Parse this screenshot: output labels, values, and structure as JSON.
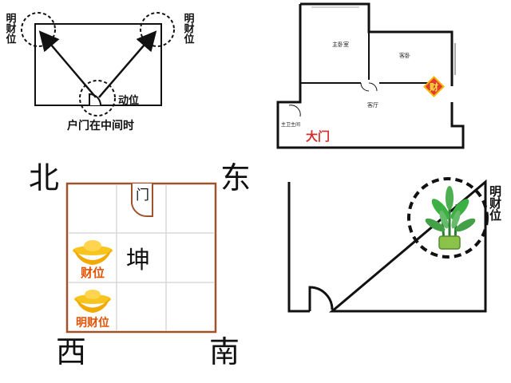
{
  "panel_tl": {
    "label_left": "明财位",
    "label_right": "明财位",
    "label_motion": "动位",
    "caption": "户门在中间时"
  },
  "panel_tr": {
    "room_master": "主卧室",
    "room_guest": "客卧",
    "room_living": "客厅",
    "room_bath": "主卫主间",
    "door_label": "大门",
    "wealth_badge": "财",
    "accent_color": "#d32f2f"
  },
  "panel_bl": {
    "dir_north": "北",
    "dir_east": "东",
    "dir_west": "西",
    "dir_south": "南",
    "door": "门",
    "center": "坤",
    "wealth_label": "财位",
    "bright_wealth_label": "明财位",
    "border_color": "#a0522d",
    "gold_color": "#f5b400"
  },
  "panel_br": {
    "label": "明财位",
    "plant_color": "#3cb043"
  }
}
